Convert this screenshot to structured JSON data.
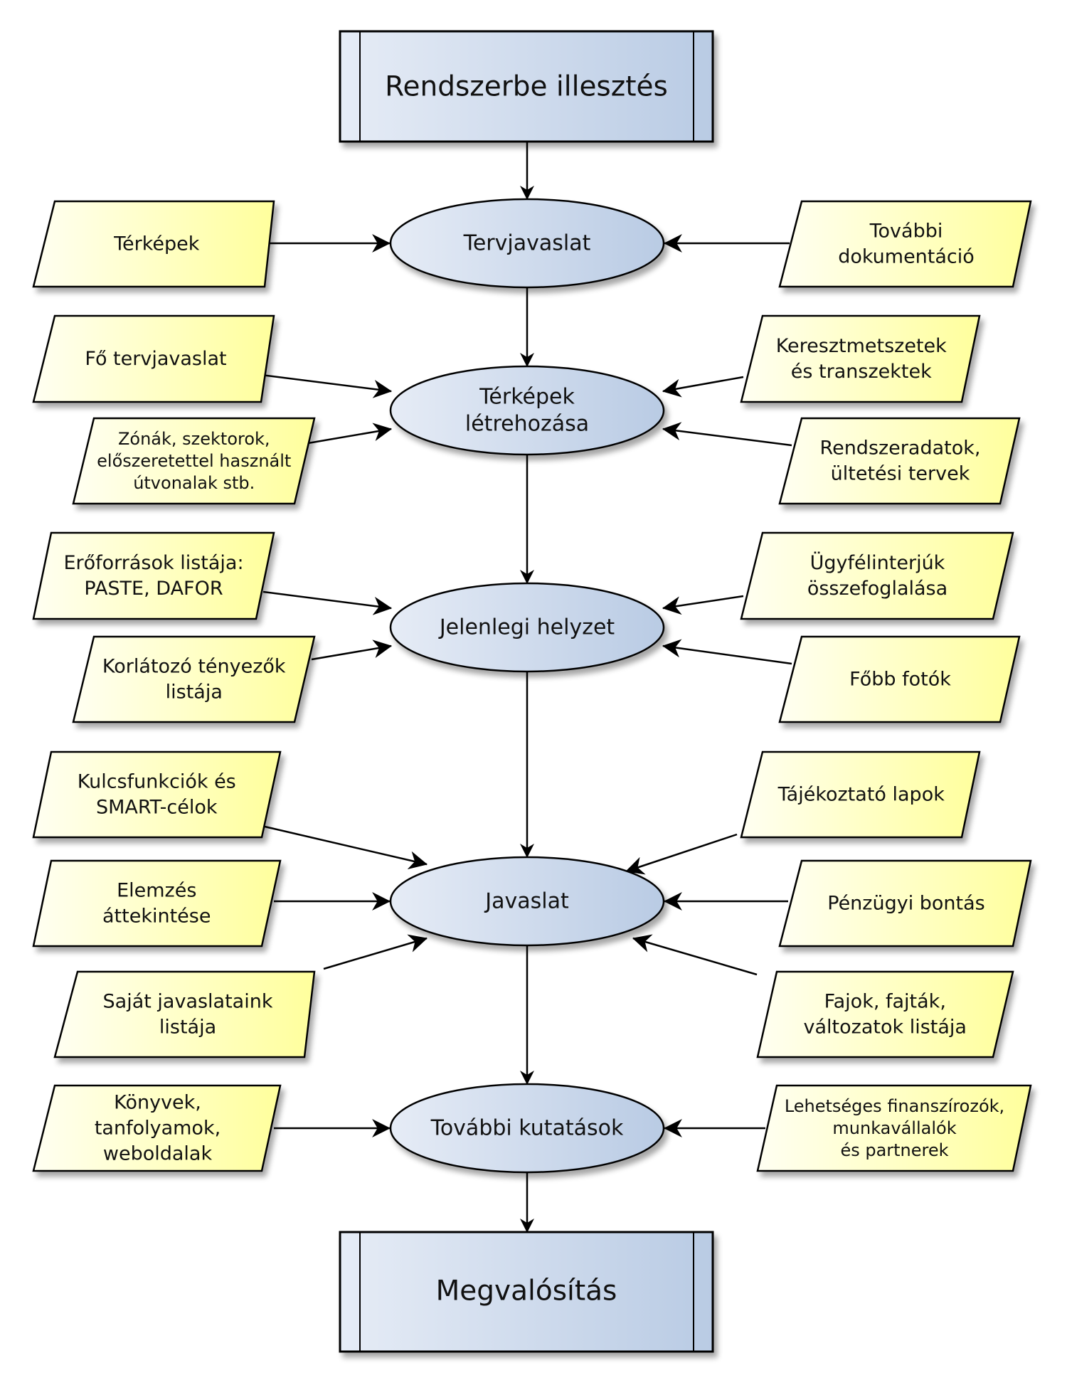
{
  "diagram": {
    "colors": {
      "process_fill_start": "#e6ecf6",
      "process_fill_end": "#b9cbe4",
      "input_fill_start": "#fffff2",
      "input_fill_end": "#ffff9c",
      "stroke": "#000000"
    },
    "start_box": {
      "label": "Rendszerbe illesztés"
    },
    "end_box": {
      "label": "Megvalósítás"
    },
    "stages": [
      {
        "id": "s1",
        "lines": [
          "Tervjavaslat"
        ]
      },
      {
        "id": "s2",
        "lines": [
          "Térképek",
          "létrehozása"
        ]
      },
      {
        "id": "s3",
        "lines": [
          "Jelenlegi helyzet"
        ]
      },
      {
        "id": "s4",
        "lines": [
          "Javaslat"
        ]
      },
      {
        "id": "s5",
        "lines": [
          "További kutatások"
        ]
      }
    ],
    "inputs": [
      {
        "id": "i1",
        "stage": "s1",
        "side": "left",
        "lines": [
          "Térképek"
        ]
      },
      {
        "id": "i2",
        "stage": "s1",
        "side": "right",
        "lines": [
          "További",
          "dokumentáció"
        ]
      },
      {
        "id": "i3",
        "stage": "s2",
        "side": "left",
        "lines": [
          "Fő tervjavaslat"
        ]
      },
      {
        "id": "i4",
        "stage": "s2",
        "side": "left",
        "lines": [
          "Zónák, szektorok,",
          "előszeretettel használt",
          "útvonalak stb."
        ]
      },
      {
        "id": "i5",
        "stage": "s2",
        "side": "right",
        "lines": [
          "Keresztmetszetek",
          "és transzektek"
        ]
      },
      {
        "id": "i6",
        "stage": "s2",
        "side": "right",
        "lines": [
          "Rendszeradatok,",
          "ültetési tervek"
        ]
      },
      {
        "id": "i7",
        "stage": "s3",
        "side": "left",
        "lines": [
          "Erőforrások listája:",
          "PASTE, DAFOR"
        ]
      },
      {
        "id": "i8",
        "stage": "s3",
        "side": "left",
        "lines": [
          "Korlátozó tényezők",
          "listája"
        ]
      },
      {
        "id": "i9",
        "stage": "s3",
        "side": "right",
        "lines": [
          "Ügyfélinterjúk",
          "összefoglalása"
        ]
      },
      {
        "id": "i10",
        "stage": "s3",
        "side": "right",
        "lines": [
          "Főbb fotók"
        ]
      },
      {
        "id": "i11",
        "stage": "s4",
        "side": "left",
        "lines": [
          "Kulcsfunkciók és",
          "SMART-célok"
        ]
      },
      {
        "id": "i12",
        "stage": "s4",
        "side": "left",
        "lines": [
          "Elemzés",
          "áttekintése"
        ]
      },
      {
        "id": "i13",
        "stage": "s4",
        "side": "left",
        "lines": [
          "Saját javaslataink",
          "listája"
        ]
      },
      {
        "id": "i14",
        "stage": "s4",
        "side": "right",
        "lines": [
          "Tájékoztató lapok"
        ]
      },
      {
        "id": "i15",
        "stage": "s4",
        "side": "right",
        "lines": [
          "Pénzügyi bontás"
        ]
      },
      {
        "id": "i16",
        "stage": "s4",
        "side": "right",
        "lines": [
          "Fajok, fajták,",
          "változatok listája"
        ]
      },
      {
        "id": "i17",
        "stage": "s5",
        "side": "left",
        "lines": [
          "Könyvek,",
          "tanfolyamok,",
          "weboldalak"
        ]
      },
      {
        "id": "i18",
        "stage": "s5",
        "side": "right",
        "lines": [
          "Lehetséges finanszírozók,",
          "munkavállalók",
          "és partnerek"
        ]
      }
    ]
  }
}
